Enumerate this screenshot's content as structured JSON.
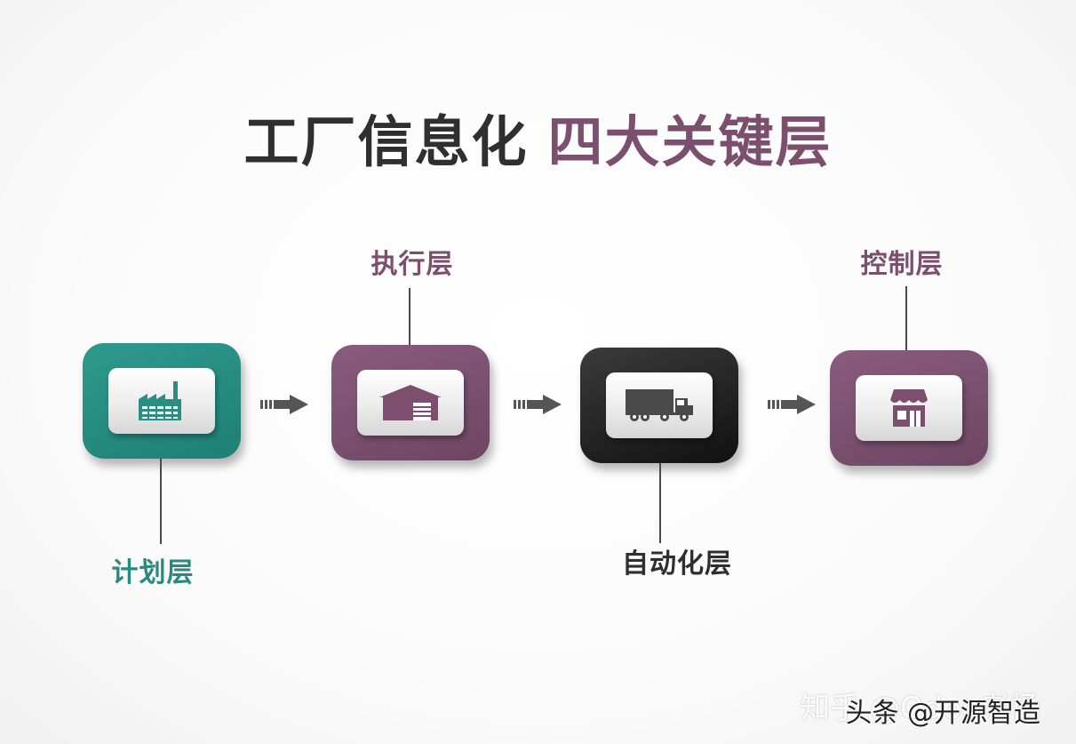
{
  "title": {
    "part1": "工厂信息化",
    "part2": "四大关键层"
  },
  "layers": [
    {
      "label": "计划层",
      "icon": "factory-icon",
      "color": "#268a7e"
    },
    {
      "label": "执行层",
      "icon": "warehouse-icon",
      "color": "#7b4f6d"
    },
    {
      "label": "自动化层",
      "icon": "truck-icon",
      "color": "#2f2f2f"
    },
    {
      "label": "控制层",
      "icon": "store-icon",
      "color": "#7b4f6d"
    }
  ],
  "watermark": {
    "zhihu": "知乎 @Odoo老杨",
    "toutiao": "头条 @开源智造"
  }
}
